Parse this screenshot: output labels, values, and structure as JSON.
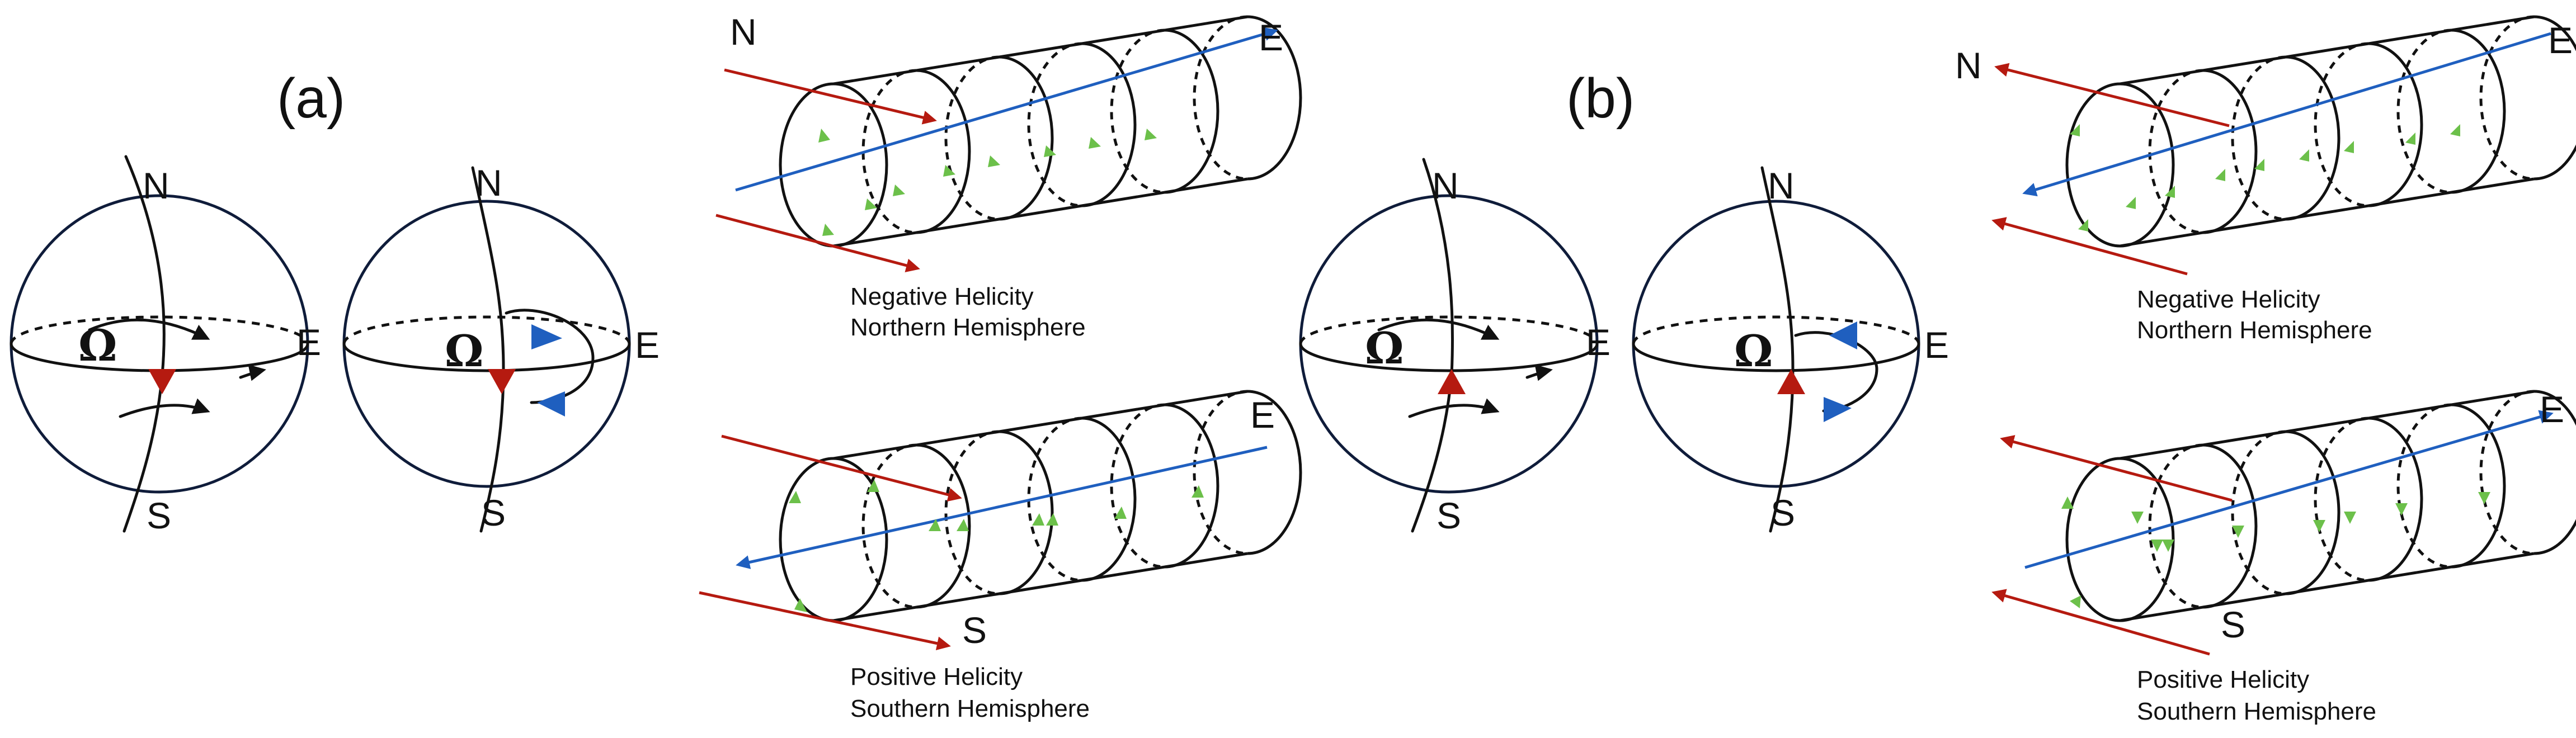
{
  "panels": {
    "a": "(a)",
    "b": "(b)"
  },
  "directions": {
    "north": "N",
    "south": "S",
    "east": "E"
  },
  "rotation_symbol": "Ω",
  "captions": {
    "negative": [
      "Negative Helicity",
      "Northern Hemisphere"
    ],
    "positive": [
      "Positive Helicity",
      "Southern Hemisphere"
    ]
  },
  "colors": {
    "field_line": "#b51a10",
    "axis": "#1f5fbf",
    "current": "#6cc04a",
    "globe": "#0f1c3a",
    "ink": "#111111"
  }
}
